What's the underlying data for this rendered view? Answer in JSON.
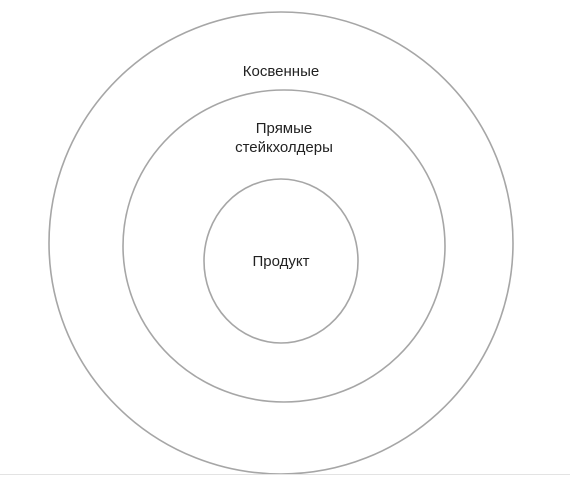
{
  "diagram": {
    "rings": {
      "outer": {
        "label": "Косвенные"
      },
      "middle": {
        "label_line1": "Прямые",
        "label_line2": "стейкхолдеры"
      },
      "inner": {
        "label": "Продукт"
      }
    },
    "colors": {
      "ring_stroke": "#a6a6a6",
      "text": "#222222",
      "background": "#ffffff"
    }
  }
}
